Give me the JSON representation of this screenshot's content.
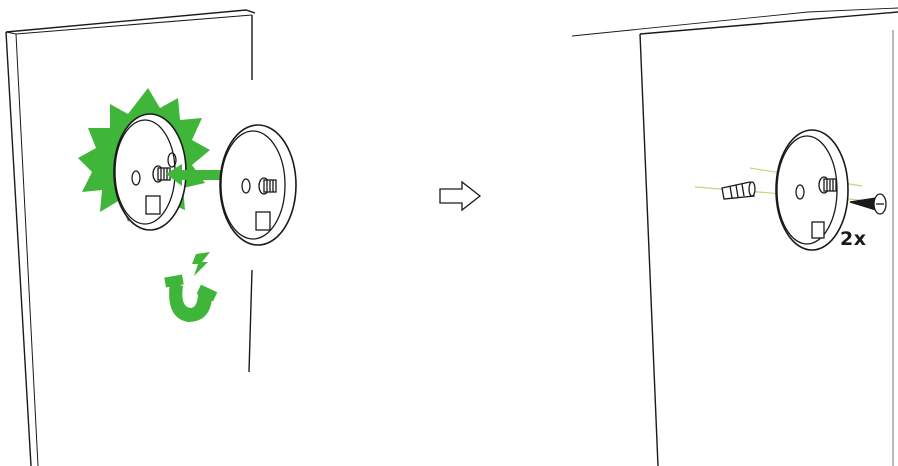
{
  "panels": [
    {
      "id": "attach",
      "step_icon": "magnet-icon",
      "accent": "#3fb63a"
    },
    {
      "id": "screw-mount",
      "quantity_label": "2x"
    }
  ],
  "colors": {
    "accent_green": "#3fb63a",
    "line": "#1a1a1a",
    "guide_line": "#c8d47a"
  },
  "transition_icon": "arrow-right-outline-icon"
}
